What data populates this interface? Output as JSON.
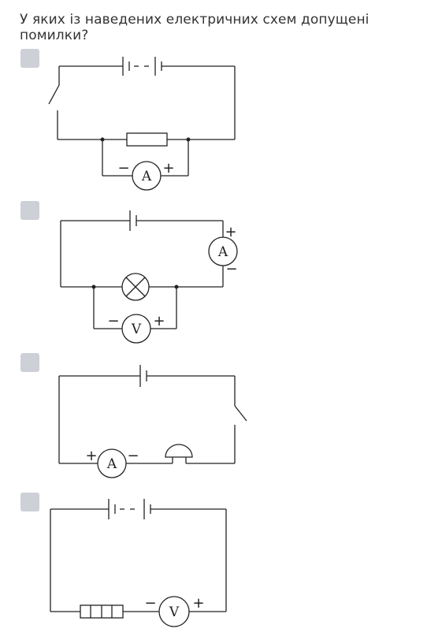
{
  "question": "У яких із наведених електричних схем допущені помилки?",
  "options": [
    {
      "checked": false,
      "meter": "A",
      "meter_minus": "−",
      "meter_plus": "+"
    },
    {
      "checked": false,
      "meter_a": "A",
      "meter_a_plus": "+",
      "meter_a_minus": "−",
      "meter_v": "V",
      "meter_v_minus": "−",
      "meter_v_plus": "+"
    },
    {
      "checked": false,
      "meter": "A",
      "meter_plus": "+",
      "meter_minus": "−"
    },
    {
      "checked": false,
      "meter": "V",
      "meter_minus": "−",
      "meter_plus": "+"
    }
  ],
  "colors": {
    "checkbox": "#cdd0d6",
    "text": "#333333",
    "wire": "#222222"
  }
}
